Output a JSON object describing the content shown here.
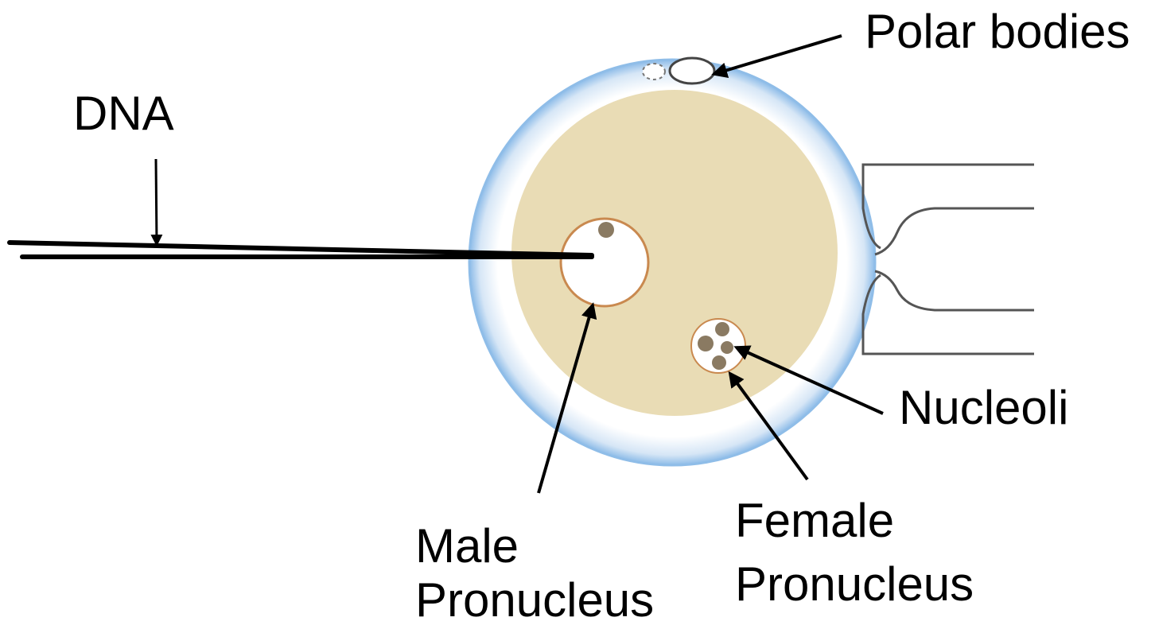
{
  "labels": {
    "dna": "DNA",
    "polar_bodies": "Polar bodies",
    "nucleoli": "Nucleoli",
    "male_pronucleus_line1": "Male",
    "male_pronucleus_line2": "Pronucleus",
    "female_pronucleus_line1": "Female",
    "female_pronucleus_line2": "Pronucleus"
  },
  "colors": {
    "zona_pellucida": "#aecbe8",
    "zona_edge": "#7fb0e0",
    "cytoplasm": "#e9dcb5",
    "pronucleus_outline": "#c9894f",
    "nucleolus": "#8a7a62",
    "pipette": "#000000",
    "holding_pipette": "#555555"
  }
}
